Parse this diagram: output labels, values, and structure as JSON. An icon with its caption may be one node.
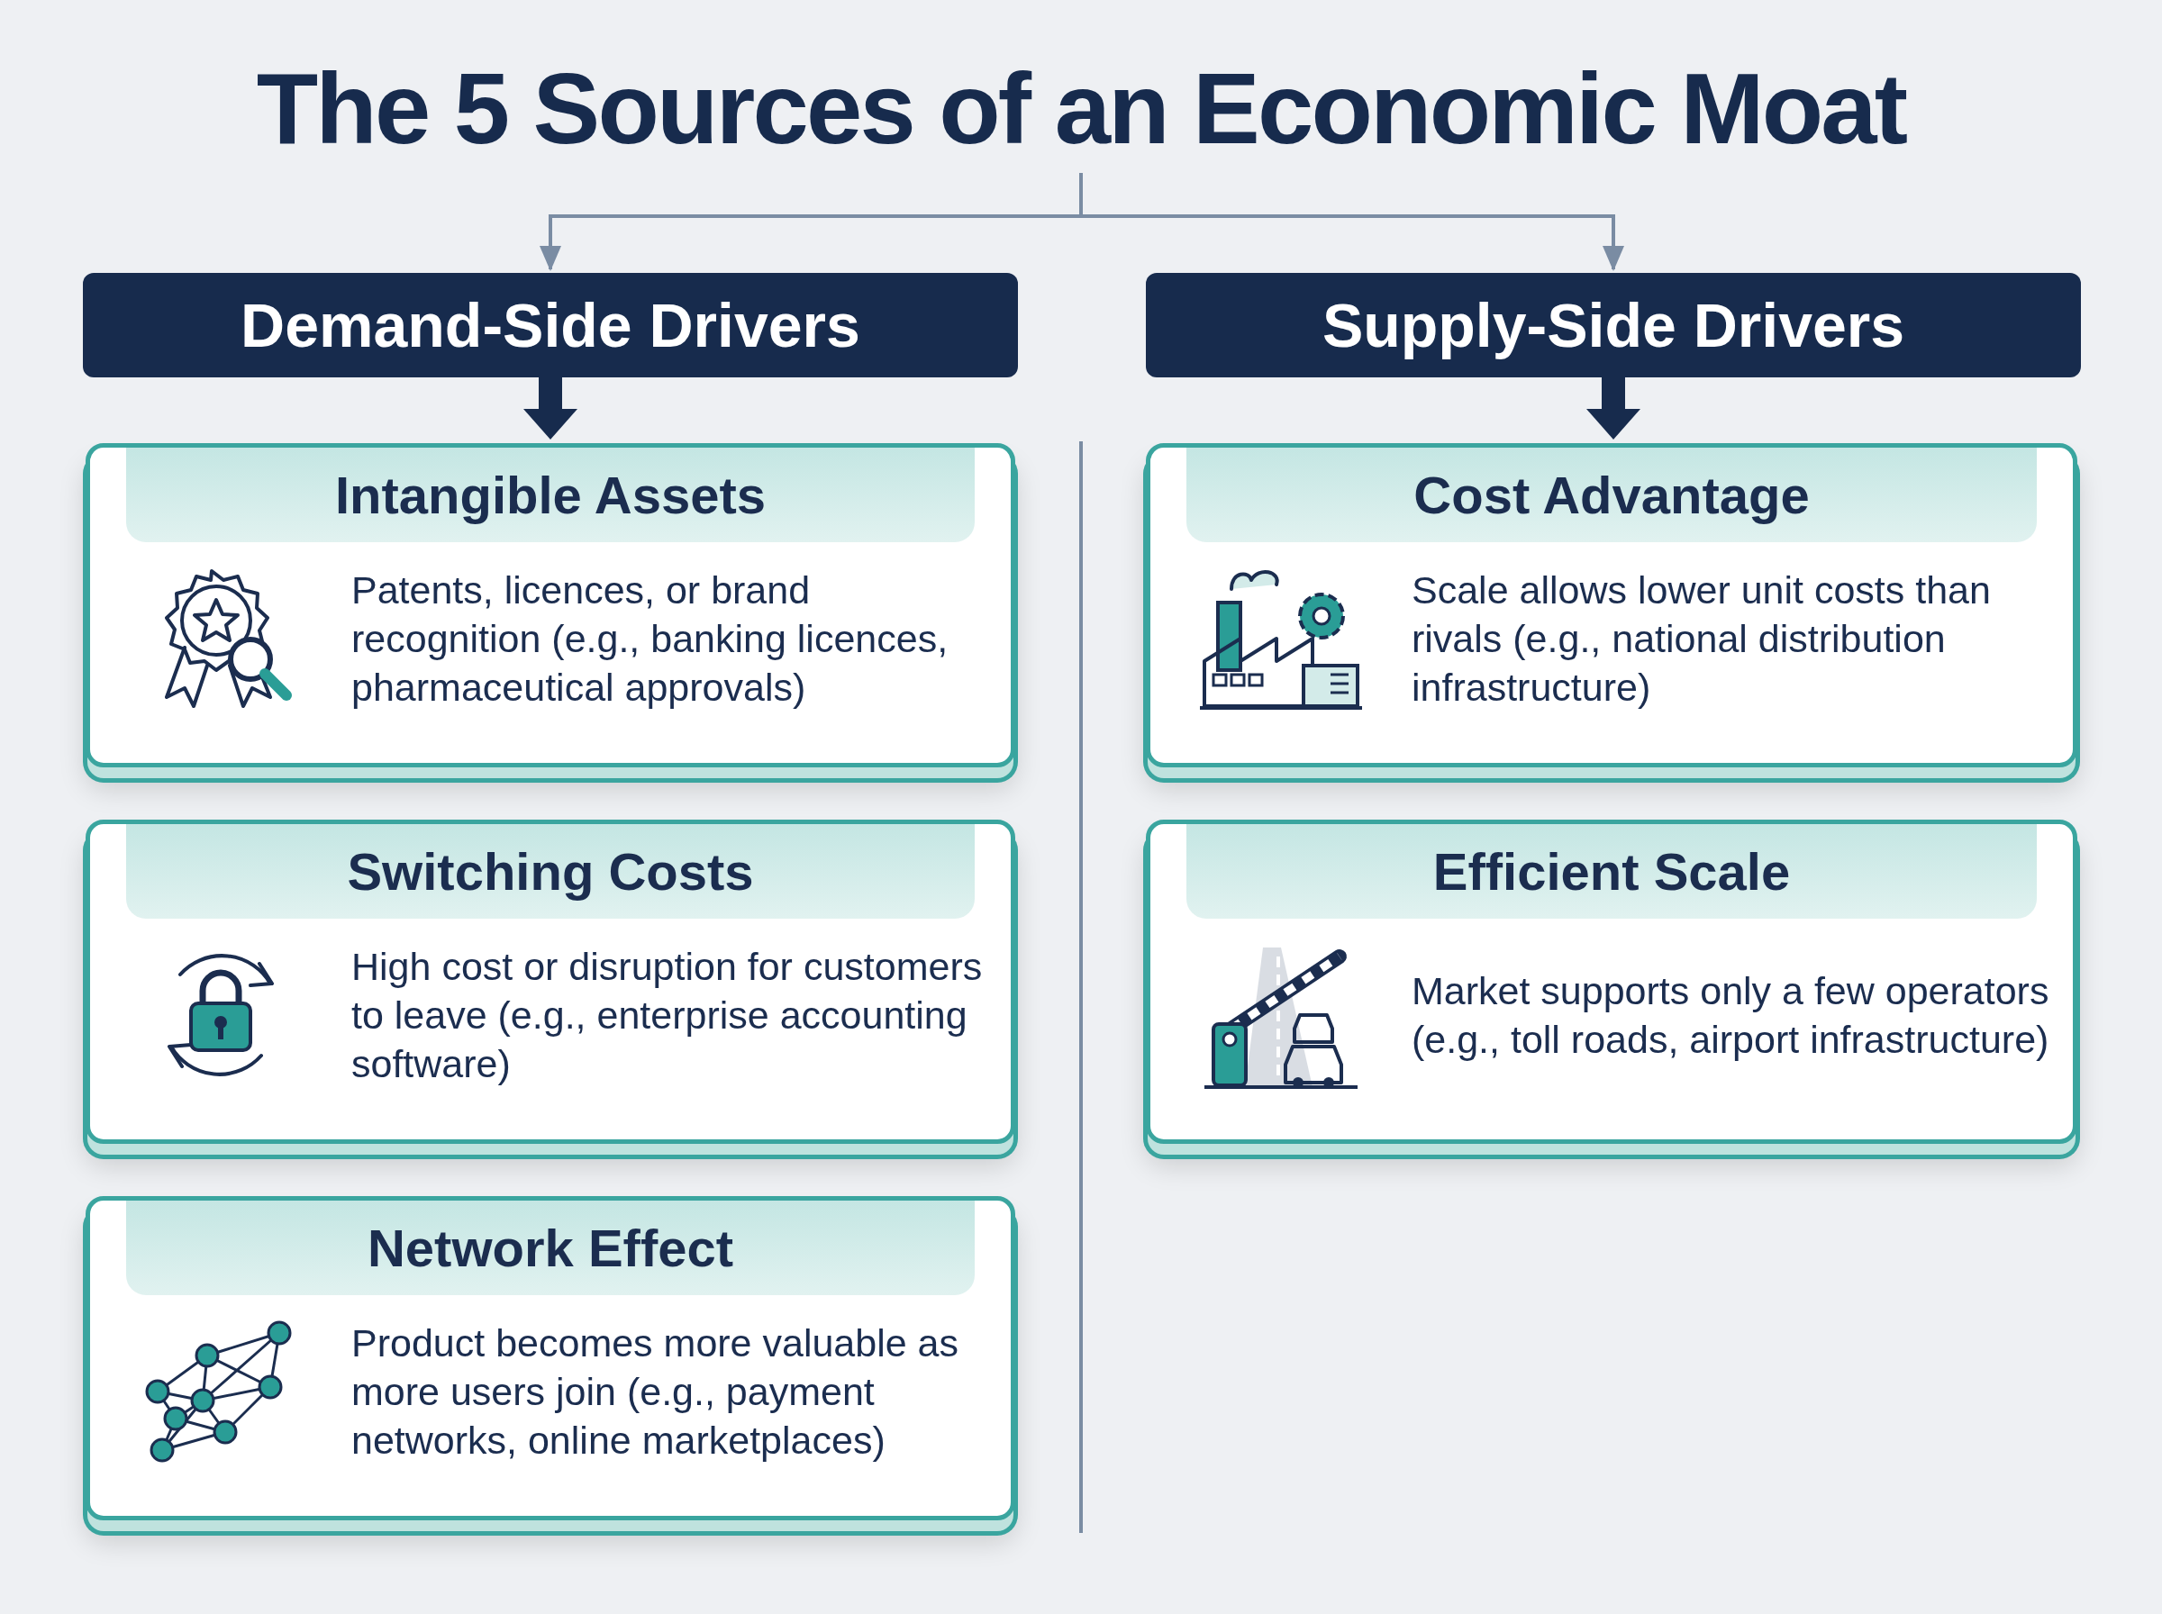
{
  "diagram": {
    "nodes": [
      {
        "text": [
          "The 5 Sources of an Economic Moat"
        ]
      },
      {
        "text": [
          "Demand-Side Drivers"
        ]
      },
      {
        "text": [
          "Supply-Side Drivers"
        ]
      },
      {
        "text": [
          "Intangible Assets",
          "Patents, licences, or brand recognition (e.g., banking licences, pharmaceutical approvals)"
        ]
      },
      {
        "text": [
          "Switching Costs",
          "High cost or disruption for customers to leave (e.g., enterprise accounting software)"
        ]
      },
      {
        "text": [
          "Network Effect",
          "Product becomes more valuable as more users join (e.g., payment networks, online marketplaces)"
        ]
      },
      {
        "text": [
          "Cost Advantage",
          "Scale allows lower unit costs than rivals (e.g., national distribution infrastructure)"
        ]
      },
      {
        "text": [
          "Efficient Scale",
          "Market supports only a few operators (e.g., toll roads, airport infrastructure)"
        ]
      }
    ],
    "edges": [
      {
        "from": 0,
        "to": 1,
        "arrow": "to"
      },
      {
        "from": 0,
        "to": 2,
        "arrow": "to"
      },
      {
        "from": 1,
        "to": 3,
        "arrow": "to",
        "style": "thick",
        "color": "#172b4d"
      },
      {
        "from": 2,
        "to": 6,
        "arrow": "to",
        "style": "thick",
        "color": "#172b4d"
      }
    ]
  }
}
